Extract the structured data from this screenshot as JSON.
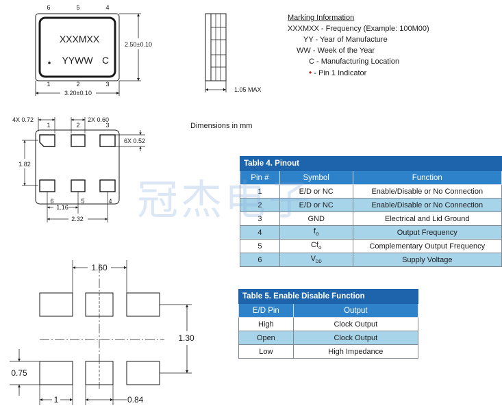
{
  "top_view": {
    "pins_top": [
      "6",
      "5",
      "4"
    ],
    "pins_bottom": [
      "1",
      "2",
      "3"
    ],
    "part_text_line1": "XXXMXX",
    "part_text_line2": "YYWW",
    "part_text_c": "C",
    "pin1_dot": "•",
    "width_dim": "3.20±0.10",
    "height_dim": "2.50±0.10"
  },
  "side_view": {
    "thickness_dim": "1.05 MAX"
  },
  "marking": {
    "title": "Marking Information",
    "lines": [
      "XXXMXX - Frequency (Example: 100M00)",
      "YY - Year of Manufacture",
      "WW - Week of the Year",
      "C - Manufacturing Location"
    ],
    "pin1_dot": "•",
    "pin1_text": " - Pin 1 Indicator"
  },
  "bottom_view": {
    "dim_4x": "4X 0.72",
    "dim_2x": "2X 0.60",
    "dim_6x": "6X 0.52",
    "dim_height": "1.82",
    "dim_pitch": "1.16",
    "dim_width": "2.32",
    "pins_top": [
      "1",
      "2",
      "3"
    ],
    "pins_bottom": [
      "6",
      "5",
      "4"
    ]
  },
  "dimensions_note": "Dimensions in mm",
  "watermark": "冠杰电子",
  "land_pattern": {
    "dim_top": "1.60",
    "dim_right": "1.30",
    "dim_left": "0.75",
    "dim_bottom_left": "1",
    "dim_bottom_right": "0.84"
  },
  "pinout_table": {
    "caption": "Table 4. Pinout",
    "headers": [
      "Pin #",
      "Symbol",
      "Function"
    ],
    "rows": [
      {
        "pin": "1",
        "symbol": "E/D or NC",
        "function": "Enable/Disable or No Connection"
      },
      {
        "pin": "2",
        "symbol": "E/D or NC",
        "function": "Enable/Disable or No Connection"
      },
      {
        "pin": "3",
        "symbol": "GND",
        "function": "Electrical and Lid Ground"
      },
      {
        "pin": "4",
        "symbol_main": "f",
        "symbol_sub": "o",
        "function": "Output Frequency"
      },
      {
        "pin": "5",
        "symbol_main": "Cf",
        "symbol_sub": "o",
        "function": "Complementary Output Frequency"
      },
      {
        "pin": "6",
        "symbol_main": "V",
        "symbol_sub": "DD",
        "function": "Supply Voltage"
      }
    ]
  },
  "enable_table": {
    "caption": "Table 5. Enable Disable Function",
    "headers": [
      "E/D Pin",
      "Output"
    ],
    "rows": [
      {
        "pin": "High",
        "output": "Clock Output"
      },
      {
        "pin": "Open",
        "output": "Clock Output"
      },
      {
        "pin": "Low",
        "output": "High Impedance"
      }
    ]
  }
}
